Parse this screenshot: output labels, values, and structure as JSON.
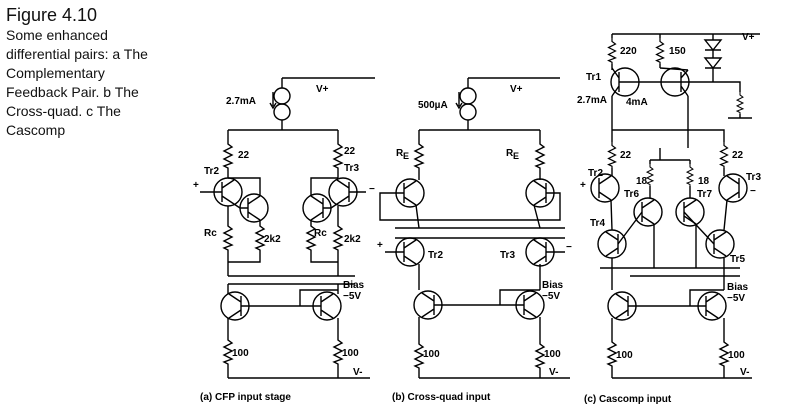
{
  "caption": {
    "title": "Figure 4.10",
    "lines": [
      "Some enhanced",
      "differential pairs: a The",
      "Complementary",
      "Feedback Pair. b The",
      "Cross-quad. c The",
      "Cascomp"
    ]
  },
  "panel_a": {
    "caption": "(a)    CFP input stage",
    "current": "2.7mA",
    "vplus": "V+",
    "vminus": "V-",
    "r_top_left": "22",
    "r_top_right": "22",
    "tr_left": "Tr2",
    "tr_right": "Tr3",
    "rc_left": "Rc",
    "rc_right": "Rc",
    "r2k2_left": "2k2",
    "r2k2_right": "2k2",
    "bias": "Bias",
    "bias_v": "−5V",
    "r100_left": "100",
    "r100_right": "100",
    "plus": "+",
    "minus": "−"
  },
  "panel_b": {
    "caption": "(b)    Cross-quad input",
    "current": "500µA",
    "vplus": "V+",
    "vminus": "V-",
    "re": "R",
    "re_sub": "E",
    "tr_left": "Tr2",
    "tr_right": "Tr3",
    "bias": "Bias",
    "bias_v": "−5V",
    "r100_left": "100",
    "r100_right": "100",
    "plus": "+",
    "minus": "−"
  },
  "panel_c": {
    "caption": "(c)    Cascomp input",
    "vplus": "V+",
    "vminus": "V-",
    "r220": "220",
    "r150": "150",
    "tr1": "Tr1",
    "i_left": "2.7mA",
    "i_right": "4mA",
    "r22_left": "22",
    "r22_right": "22",
    "tr2": "Tr2",
    "tr3": "Tr3",
    "tr4": "Tr4",
    "tr5": "Tr5",
    "tr6": "Tr6",
    "tr7": "Tr7",
    "r18_left": "18",
    "r18_right": "18",
    "bias": "Bias",
    "bias_v": "−5V",
    "r100_left": "100",
    "r100_right": "100",
    "plus": "+",
    "minus": "−"
  }
}
